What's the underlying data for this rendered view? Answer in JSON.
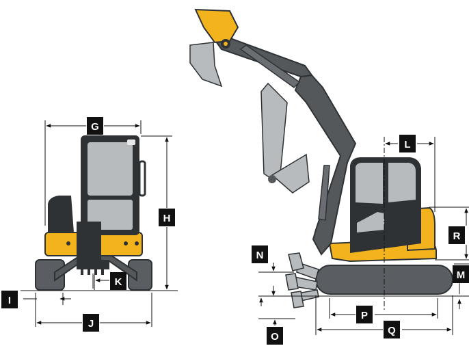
{
  "diagram": {
    "colors": {
      "body_yellow": "#F2B31C",
      "yellow_shadow": "#D89A0E",
      "boom_gray": "#54585B",
      "dark_gray": "#2F3235",
      "glass_gray": "#B7BBBE",
      "track_gray": "#5A5E62",
      "label_bg": "#111111",
      "label_text": "#FFFFFF",
      "line": "#111111"
    },
    "labels": {
      "G": "G",
      "H": "H",
      "I": "I",
      "J": "J",
      "K": "K",
      "L": "L",
      "M": "M",
      "N": "N",
      "O": "O",
      "P": "P",
      "Q": "Q",
      "R": "R"
    }
  }
}
